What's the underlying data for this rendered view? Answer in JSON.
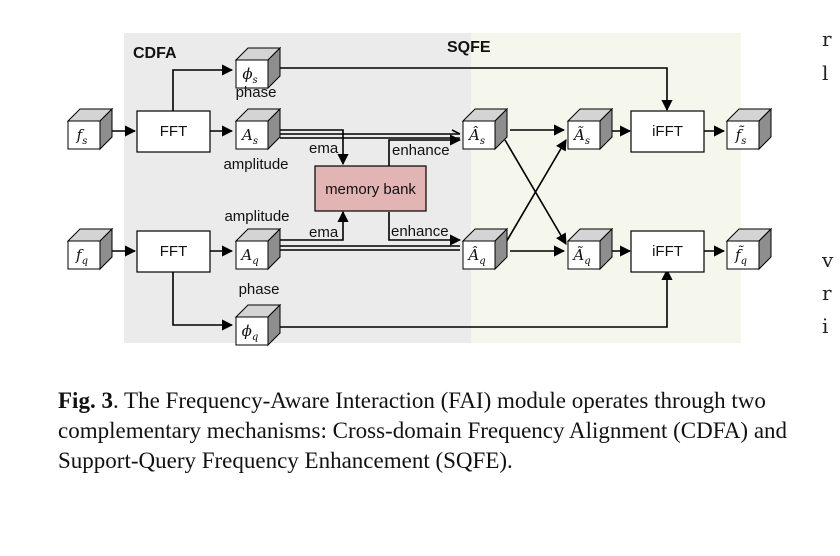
{
  "diagram": {
    "sections": {
      "cdfa": "CDFA",
      "sqfe": "SQFE"
    },
    "labels": {
      "phase_top": "phase",
      "amplitude_top": "amplitude",
      "amplitude_bottom": "amplitude",
      "phase_bottom": "phase",
      "ema_top": "ema",
      "ema_bottom": "ema",
      "enhance_top": "enhance",
      "enhance_bottom": "enhance"
    },
    "blocks": {
      "fft_top": "FFT",
      "fft_bottom": "FFT",
      "ifft_top": "iFFT",
      "ifft_bottom": "iFFT",
      "memory_bank": "memory bank"
    },
    "symbols": {
      "fs": {
        "base": "f",
        "sub": "s"
      },
      "fq": {
        "base": "f",
        "sub": "q"
      },
      "phi_s": {
        "base": "ϕ",
        "sub": "s"
      },
      "phi_q": {
        "base": "ϕ",
        "sub": "q"
      },
      "as": {
        "base": "A",
        "sub": "s"
      },
      "aq": {
        "base": "A",
        "sub": "q"
      },
      "ahat_s": {
        "base": "Â",
        "sub": "s"
      },
      "ahat_q": {
        "base": "Â",
        "sub": "q"
      },
      "atil_s": {
        "base": "Ã",
        "sub": "s"
      },
      "atil_q": {
        "base": "Ã",
        "sub": "q"
      },
      "ftil_s": {
        "base": "f̃",
        "sub": "s"
      },
      "ftil_q": {
        "base": "f̃",
        "sub": "q"
      }
    },
    "colors": {
      "cdfa_bg": "#ebebeb",
      "sqfe_bg": "#f5f6ec",
      "memory_bank_fill": "#e3b4b4",
      "arrow": "#000000"
    }
  },
  "right_edge_fragments": [
    "r",
    "l",
    "v",
    "r",
    "i"
  ],
  "caption": {
    "label": "Fig. 3",
    "text": ". The Frequency-Aware Interaction (FAI) module operates through two complementary mechanisms: Cross-domain Frequency Alignment (CDFA) and Support-Query Frequency Enhancement (SQFE)."
  }
}
